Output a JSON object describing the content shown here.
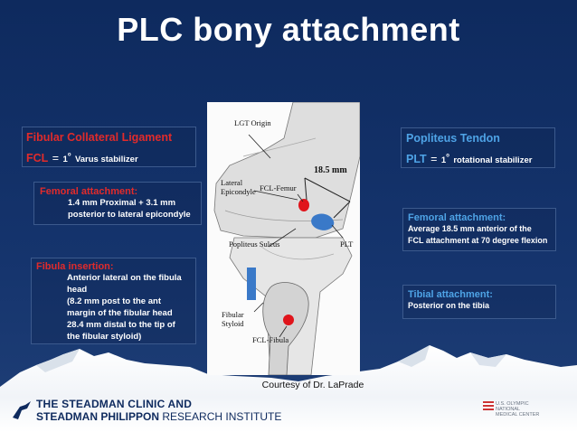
{
  "title": "PLC bony attachment",
  "left": {
    "fcl_box": {
      "heading": "Fibular Collateral Ligament",
      "abbr": "FCL",
      "equals": "=",
      "superscript": "o",
      "desc_number": "1",
      "desc": "Varus stabilizer"
    },
    "femoral_box": {
      "heading": "Femoral attachment:",
      "line1": "1.4 mm Proximal + 3.1 mm",
      "line2": "posterior to lateral epicondyle"
    },
    "fibula_box": {
      "heading": "Fibula insertion:",
      "lines": [
        "Anterior lateral on the fibula",
        "head",
        "(8.2 mm post to the ant",
        "margin of the fibular head",
        "28.4 mm distal to the tip of",
        "the fibular styloid)"
      ]
    }
  },
  "right": {
    "plt_box": {
      "heading": "Popliteus Tendon",
      "abbr": "PLT",
      "equals": "=",
      "desc_number": "1",
      "superscript": "o",
      "desc": "rotational stabilizer"
    },
    "femoral_box": {
      "heading": "Femoral attachment:",
      "line1": "Average 18.5 mm anterior of the",
      "line2": "FCL attachment at 70 degree flexion"
    },
    "tibial_box": {
      "heading": "Tibial attachment:",
      "line1": "Posterior on the tibia"
    }
  },
  "image": {
    "labels": {
      "lgt_origin": "LGT Origin",
      "lateral": "Lateral",
      "epicondyle": "Epicondyle",
      "fcl_femur": "FCL-Femur",
      "measure": "18.5 mm",
      "popliteus_sulcus": "Popliteus Sulcus",
      "plt": "PLT",
      "fibular": "Fibular",
      "styloid": "Styloid",
      "fcl_fibula": "FCL-Fibula"
    }
  },
  "caption": "Courtesy of Dr. LaPrade",
  "footer": {
    "line1": "THE STEADMAN CLINIC AND",
    "line2_bold": "STEADMAN PHILIPPON",
    "line2_rest": "RESEARCH INSTITUTE",
    "partner_lines": [
      "U.S. OLYMPIC",
      "NATIONAL",
      "MEDICAL CENTER"
    ]
  },
  "colors": {
    "background": "#15346d",
    "red_heading": "#e12b2b",
    "blue_heading": "#4ea3e6",
    "box_border": "#3c5a8d"
  }
}
